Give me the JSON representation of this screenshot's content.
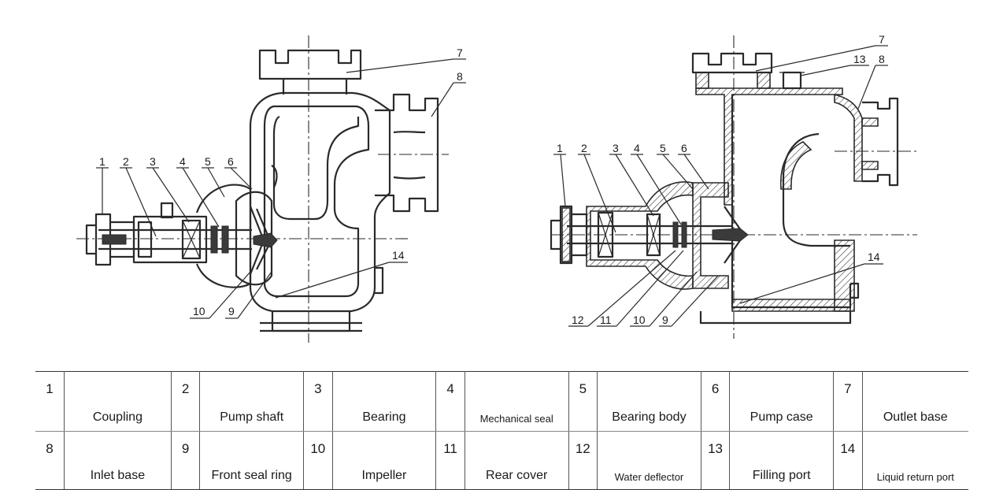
{
  "left_view_callouts": [
    "1",
    "2",
    "3",
    "4",
    "5",
    "6",
    "7",
    "8",
    "9",
    "10",
    "14"
  ],
  "right_view_callouts": [
    "1",
    "2",
    "3",
    "4",
    "5",
    "6",
    "7",
    "8",
    "9",
    "10",
    "11",
    "12",
    "13",
    "14"
  ],
  "parts_table": [
    {
      "no": "1",
      "name": "Coupling"
    },
    {
      "no": "2",
      "name": "Pump shaft"
    },
    {
      "no": "3",
      "name": "Bearing"
    },
    {
      "no": "4",
      "name": "Mechanical seal"
    },
    {
      "no": "5",
      "name": "Bearing body"
    },
    {
      "no": "6",
      "name": "Pump case"
    },
    {
      "no": "7",
      "name": "Outlet base"
    },
    {
      "no": "8",
      "name": "Inlet base"
    },
    {
      "no": "9",
      "name": "Front seal ring"
    },
    {
      "no": "10",
      "name": "Impeller"
    },
    {
      "no": "11",
      "name": "Rear cover"
    },
    {
      "no": "12",
      "name": "Water deflector"
    },
    {
      "no": "13",
      "name": "Filling port"
    },
    {
      "no": "14",
      "name": "Liquid return port"
    }
  ]
}
